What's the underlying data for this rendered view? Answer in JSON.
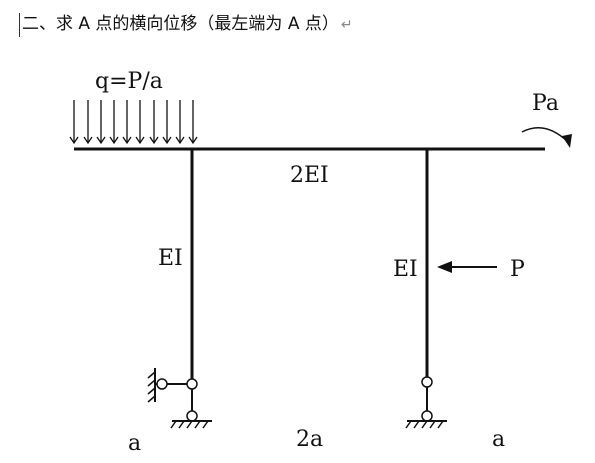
{
  "problem": {
    "title": "二、求 A 点的横向位移（最左端为 A 点）",
    "return_mark": "↵"
  },
  "diagram": {
    "load_label": "q=P/a",
    "moment_label": "Pa",
    "beam_stiffness": "2EI",
    "left_column_stiffness": "EI",
    "right_column_stiffness": "EI",
    "force_label": "P",
    "span_left": "a",
    "span_middle": "2a",
    "span_right": "a"
  }
}
